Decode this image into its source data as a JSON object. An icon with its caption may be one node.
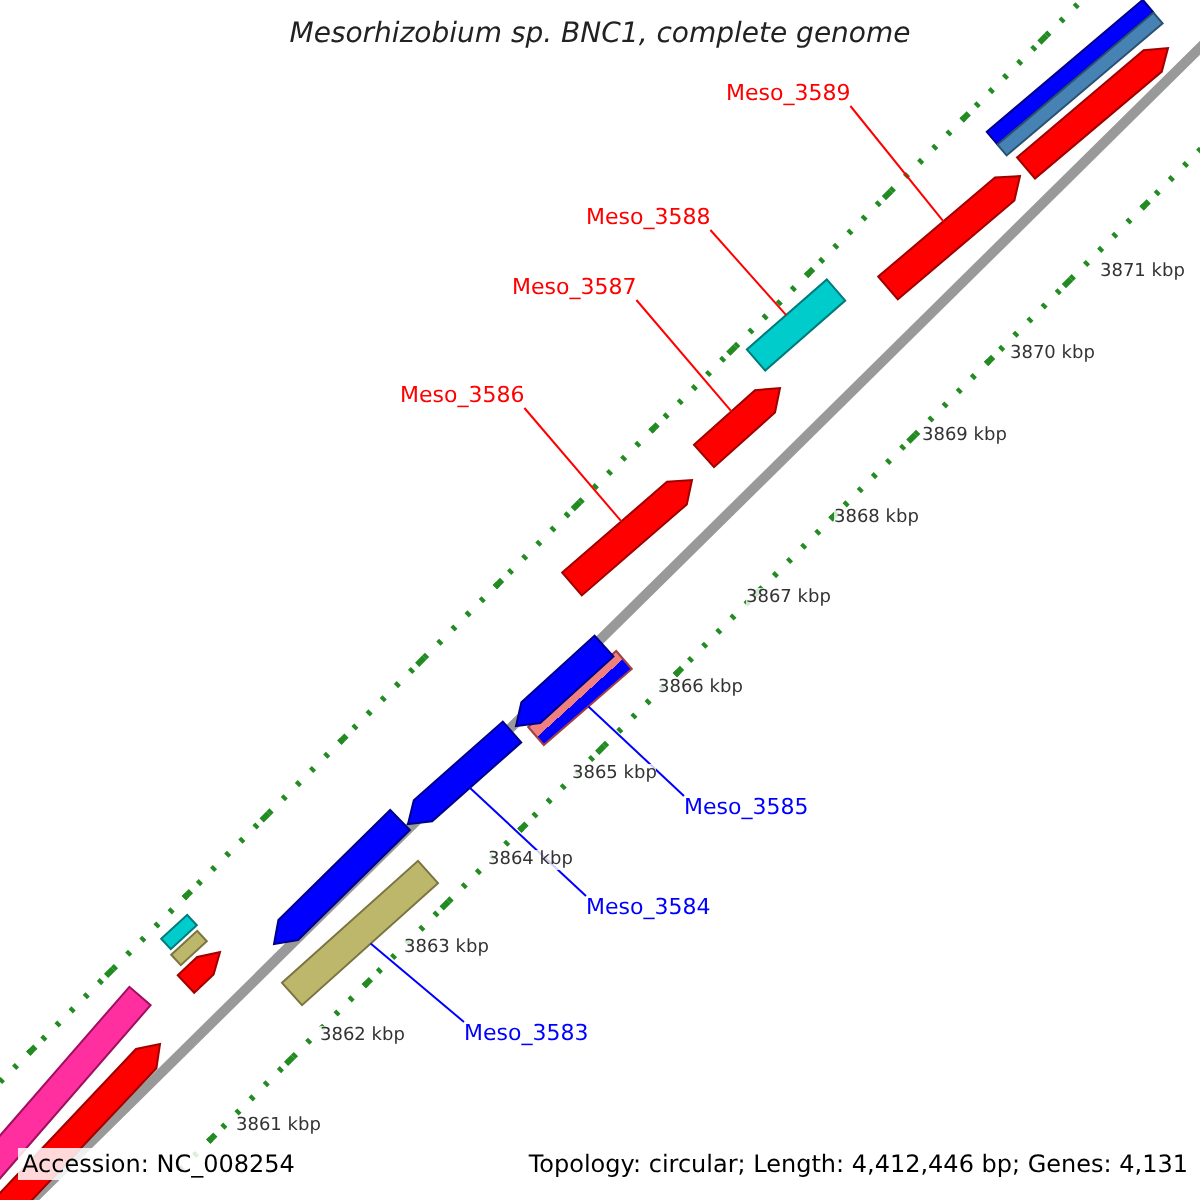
{
  "diagram": {
    "title": "Mesorhizobium sp. BNC1, complete genome",
    "nodes": [
      {
        "text": [
          "Meso_3589"
        ]
      },
      {
        "text": [],
        "shape": "bar"
      },
      {
        "text": [
          "Meso_3588"
        ]
      },
      {
        "text": [],
        "shape": "bar"
      },
      {
        "text": [
          "Meso_3587"
        ]
      },
      {
        "text": [],
        "shape": "bar"
      },
      {
        "text": [
          "Meso_3586"
        ]
      },
      {
        "text": [],
        "shape": "bar"
      },
      {
        "text": [
          "Meso_3585"
        ]
      },
      {
        "text": [],
        "shape": "bar"
      },
      {
        "text": [
          "Meso_3584"
        ]
      },
      {
        "text": [],
        "shape": "bar"
      },
      {
        "text": [
          "Meso_3583"
        ]
      },
      {
        "text": [],
        "shape": "bar"
      },
      {
        "text": [],
        "shape": "bar"
      },
      {
        "text": [],
        "shape": "bar"
      },
      {
        "text": [],
        "shape": "bar"
      },
      {
        "text": [],
        "shape": "bar"
      },
      {
        "text": [],
        "shape": "bar"
      },
      {
        "text": [],
        "shape": "bar"
      },
      {
        "text": [],
        "shape": "bar"
      },
      {
        "text": [],
        "shape": "bar"
      },
      {
        "text": [],
        "shape": "bar"
      },
      {
        "text": [],
        "shape": "bar"
      }
    ],
    "edges": [
      {
        "from": 0,
        "to": 1,
        "arrow": "none",
        "color": "#ff0000"
      },
      {
        "from": 2,
        "to": 3,
        "arrow": "none",
        "color": "#ff0000"
      },
      {
        "from": 4,
        "to": 5,
        "arrow": "none",
        "color": "#ff0000"
      },
      {
        "from": 6,
        "to": 7,
        "arrow": "none",
        "color": "#ff0000"
      },
      {
        "from": 8,
        "to": 9,
        "arrow": "none",
        "color": "#0000ff"
      },
      {
        "from": 10,
        "to": 11,
        "arrow": "none",
        "color": "#0000ff"
      },
      {
        "from": 12,
        "to": 13,
        "arrow": "none",
        "color": "#0000ff"
      }
    ],
    "labels": [
      "3871 kbp",
      "3870 kbp",
      "3869 kbp",
      "3868 kbp",
      "3867 kbp",
      "3866 kbp",
      "3865 kbp",
      "3864 kbp",
      "3863 kbp",
      "3862 kbp",
      "3861 kbp",
      "Accession: NC_008254",
      "Topology: circular; Length: 4,412,446 bp; Genes: 4,131"
    ]
  }
}
